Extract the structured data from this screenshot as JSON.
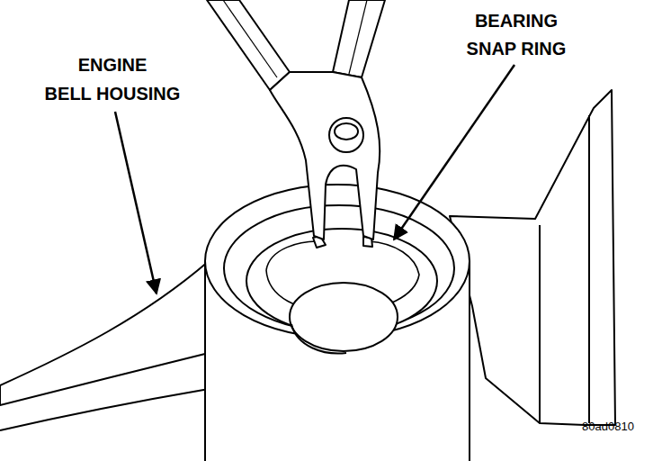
{
  "diagram": {
    "labels": [
      "ENGINE BELL HOUSING",
      "BEARING SNAP RING",
      "80ad0810"
    ]
  }
}
